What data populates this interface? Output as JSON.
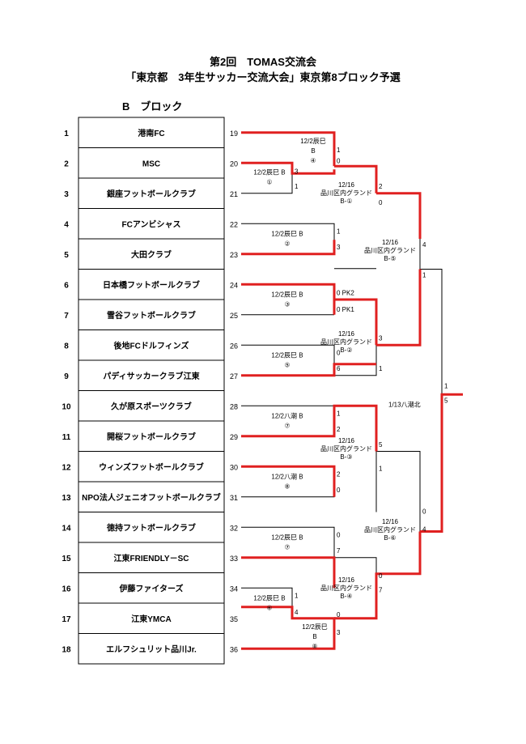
{
  "title": {
    "line1": "第2回　TOMAS交流会",
    "line2": "「東京都　3年生サッカー交流大会」東京第8ブロック予選"
  },
  "block_label": "B　ブロック",
  "teams": [
    {
      "seed": "1",
      "name": "港南FC",
      "line": "19"
    },
    {
      "seed": "2",
      "name": "MSC",
      "line": "20"
    },
    {
      "seed": "3",
      "name": "銀座フットボールクラブ",
      "line": "21"
    },
    {
      "seed": "4",
      "name": "FCアンビシャス",
      "line": "22"
    },
    {
      "seed": "5",
      "name": "大田クラブ",
      "line": "23"
    },
    {
      "seed": "6",
      "name": "日本橋フットボールクラブ",
      "line": "24"
    },
    {
      "seed": "7",
      "name": "雪谷フットボールクラブ",
      "line": "25"
    },
    {
      "seed": "8",
      "name": "後地FCドルフィンズ",
      "line": "26"
    },
    {
      "seed": "9",
      "name": "パディサッカークラブ江東",
      "line": "27"
    },
    {
      "seed": "10",
      "name": "久が原スポーツクラブ",
      "line": "28"
    },
    {
      "seed": "11",
      "name": "開桜フットボールクラブ",
      "line": "29"
    },
    {
      "seed": "12",
      "name": "ウィンズフットボールクラブ",
      "line": "30"
    },
    {
      "seed": "13",
      "name": "NPO法人ジェニオフットボールクラブ",
      "line": "31"
    },
    {
      "seed": "14",
      "name": "徳持フットボールクラブ",
      "line": "32"
    },
    {
      "seed": "15",
      "name": "江東FRIENDLY－SC",
      "line": "33"
    },
    {
      "seed": "16",
      "name": "伊藤ファイターズ",
      "line": "34"
    },
    {
      "seed": "17",
      "name": "江東YMCA",
      "line": "35"
    },
    {
      "seed": "18",
      "name": "エルフシュリット品川Jr.",
      "line": "36"
    }
  ],
  "matches": {
    "m1_pre": {
      "date": "12/2辰巳 B",
      "no": "①",
      "score_top": "3",
      "score_bot": "1"
    },
    "m4_r1": {
      "date": "12/2辰巳",
      "court": "B",
      "no": "④",
      "score_top": "1",
      "score_bot": "0"
    },
    "m2": {
      "date": "12/2辰巳 B",
      "no": "②",
      "score_top": "1",
      "score_bot": "3"
    },
    "m3": {
      "date": "12/2辰巳 B",
      "no": "③",
      "score_top": "0 PK2",
      "score_bot": "0 PK1"
    },
    "m5": {
      "date": "12/2辰巳 B",
      "no": "⑤",
      "score_top": "0",
      "score_bot": "6"
    },
    "m7a": {
      "date": "12/2八潮 B",
      "no": "⑦",
      "score_top": "1",
      "score_bot": "2"
    },
    "m8a": {
      "date": "12/2八潮 B",
      "no": "⑧",
      "score_top": "2",
      "score_bot": "0"
    },
    "m7b": {
      "date": "12/2辰巳 B",
      "no": "⑦",
      "score_top": "0",
      "score_bot": "7"
    },
    "m6_pre": {
      "date": "12/2辰巳 B",
      "no": "⑥",
      "score_top": "1",
      "score_bot": "4"
    },
    "m8b": {
      "date": "12/2辰巳",
      "court": "B",
      "no": "⑧",
      "score_top": "0",
      "score_bot": "3"
    },
    "qf1": {
      "date": "12/16",
      "venue": "品川区内グランド",
      "code": "B-①",
      "score_top": "2",
      "score_bot": "0"
    },
    "qf2": {
      "date": "12/16",
      "venue": "品川区内グランド",
      "code": "B-②",
      "score_top": "3",
      "score_bot": "1"
    },
    "qf3": {
      "date": "12/16",
      "venue": "品川区内グランド",
      "code": "B-③",
      "score_top": "5",
      "score_bot": "1"
    },
    "qf4": {
      "date": "12/16",
      "venue": "品川区内グランド",
      "code": "B-④",
      "score_top": "0",
      "score_bot": "7"
    },
    "sf1": {
      "date": "12/16",
      "venue": "品川区内グランド",
      "code": "B-⑤",
      "score_top": "4",
      "score_bot": "1"
    },
    "sf2": {
      "date": "12/16",
      "venue": "品川区内グランド",
      "code": "B-⑥",
      "score_top": "0",
      "score_bot": "4"
    },
    "final": {
      "label": "1/13八潮北",
      "score_top": "1",
      "score_bot": "5"
    }
  },
  "colors": {
    "winner_line": "#e02020",
    "line": "#000000"
  }
}
